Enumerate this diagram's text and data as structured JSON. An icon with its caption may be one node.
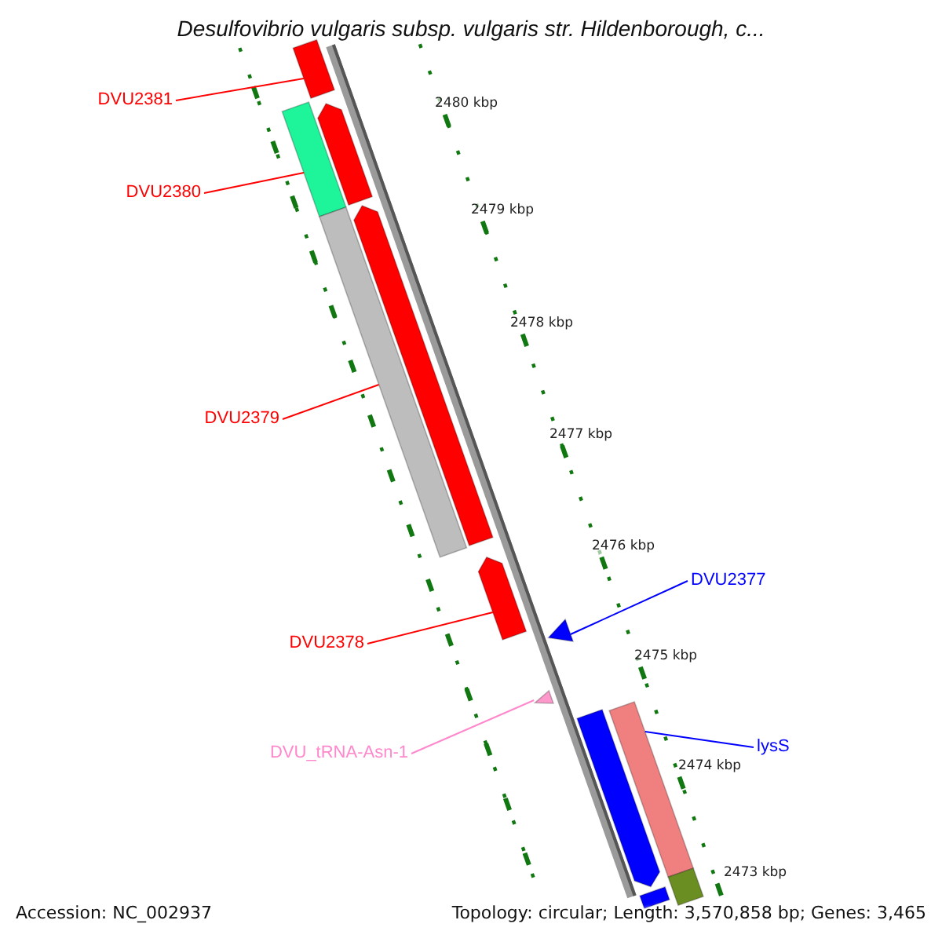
{
  "diagram": {
    "title": "Desulfovibrio vulgaris subsp. vulgaris str. Hildenborough, c...",
    "nodes": [
      {
        "text": [
          "DVU2381"
        ]
      },
      {
        "text": [
          "DVU2380"
        ]
      },
      {
        "text": [
          "DVU2379"
        ]
      },
      {
        "text": [
          "DVU2378"
        ]
      },
      {
        "text": [
          "DVU_tRNA-Asn-1"
        ]
      },
      {
        "text": [
          "DVU2377"
        ]
      },
      {
        "text": [
          "lysS"
        ]
      },
      {
        "text": [],
        "shape": "bar"
      },
      {
        "text": [],
        "shape": "bar"
      },
      {
        "text": [],
        "shape": "bar"
      },
      {
        "text": [],
        "shape": "bar"
      },
      {
        "text": [],
        "shape": "bar"
      },
      {
        "text": [],
        "shape": "bar"
      },
      {
        "text": [],
        "shape": "bar"
      },
      {
        "text": [],
        "shape": "bar"
      },
      {
        "text": [],
        "shape": "bar"
      },
      {
        "text": [],
        "shape": "bar"
      },
      {
        "text": [],
        "shape": "bar"
      },
      {
        "text": [],
        "shape": "bar"
      }
    ],
    "edges": [
      {
        "from": 0,
        "to": 7,
        "arrow": "none"
      },
      {
        "from": 1,
        "to": 8,
        "arrow": "none"
      },
      {
        "from": 2,
        "to": 9,
        "arrow": "none"
      },
      {
        "from": 3,
        "to": 10,
        "arrow": "none"
      },
      {
        "from": 4,
        "to": 11,
        "arrow": "none",
        "color": "#ff88cc"
      },
      {
        "from": 5,
        "to": 12,
        "arrow": "none",
        "color": "#0000ff"
      },
      {
        "from": 6,
        "to": 13,
        "arrow": "none",
        "color": "#0000ff"
      }
    ],
    "labels": [
      "2480 kbp",
      "2479 kbp",
      "2478 kbp",
      "2477 kbp",
      "2476 kbp",
      "2475 kbp",
      "2474 kbp",
      "2473 kbp",
      "Accession: NC_002937",
      "Topology: circular; Length: 3,570,858 bp; Genes: 3,465"
    ]
  }
}
